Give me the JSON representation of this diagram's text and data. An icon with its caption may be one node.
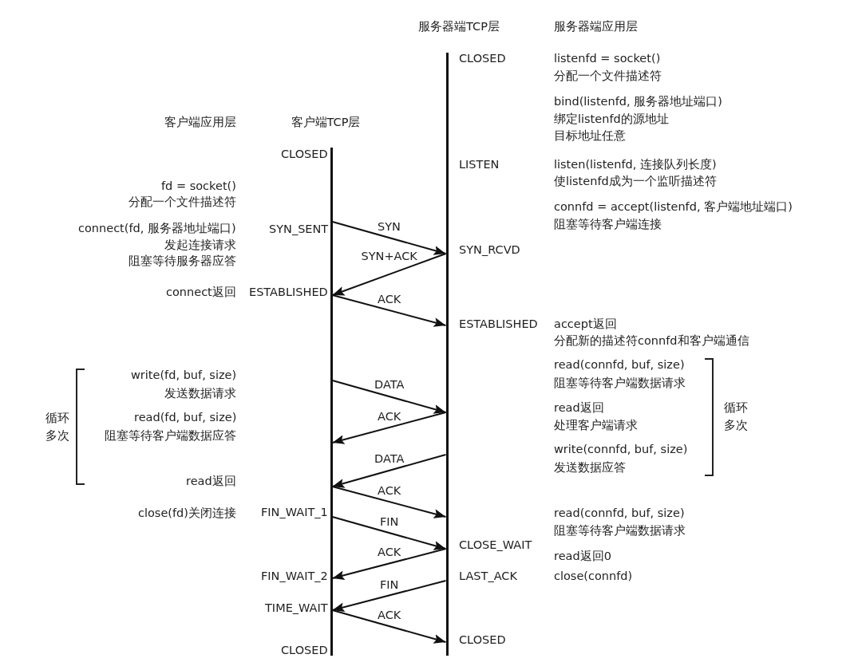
{
  "diagram": {
    "nodes": [
      {
        "text": [],
        "shape": "bar",
        "beside": [
          "CLOSED",
          "SYN_SENT",
          "ESTABLISHED",
          "FIN_WAIT_1",
          "FIN_WAIT_2",
          "TIME_WAIT",
          "CLOSED"
        ]
      },
      {
        "text": [],
        "shape": "bar",
        "beside": [
          "CLOSED",
          "LISTEN",
          "SYN_RCVD",
          "ESTABLISHED",
          "CLOSE_WAIT",
          "LAST_ACK",
          "CLOSED"
        ]
      }
    ],
    "edges": [
      {
        "from": 0,
        "to": 1,
        "arrow": "to",
        "label": "SYN"
      },
      {
        "from": 1,
        "to": 0,
        "arrow": "to",
        "label": "SYN+ACK"
      },
      {
        "from": 0,
        "to": 1,
        "arrow": "to",
        "label": "ACK"
      },
      {
        "from": 0,
        "to": 1,
        "arrow": "to",
        "label": "DATA"
      },
      {
        "from": 1,
        "to": 0,
        "arrow": "to",
        "label": "ACK"
      },
      {
        "from": 1,
        "to": 0,
        "arrow": "to",
        "label": "DATA"
      },
      {
        "from": 0,
        "to": 1,
        "arrow": "to",
        "label": "ACK"
      },
      {
        "from": 0,
        "to": 1,
        "arrow": "to",
        "label": "FIN"
      },
      {
        "from": 1,
        "to": 0,
        "arrow": "to",
        "label": "ACK"
      },
      {
        "from": 1,
        "to": 0,
        "arrow": "to",
        "label": "FIN"
      },
      {
        "from": 0,
        "to": 1,
        "arrow": "to",
        "label": "ACK"
      }
    ],
    "labels": [
      "服务器端TCP层",
      "服务器端应用层",
      "listenfd = socket()",
      "分配一个文件描述符",
      "bind(listenfd, 服务器地址端口)",
      "绑定listenfd的源地址",
      "目标地址任意",
      "客户端应用层",
      "客户端TCP层",
      "listen(listenfd, 连接队列长度)",
      "使listenfd成为一个监听描述符",
      "fd = socket()",
      "分配一个文件描述符",
      "connfd = accept(listenfd, 客户端地址端口)",
      "阻塞等待客户端连接",
      "connect(fd, 服务器地址端口)",
      "发起连接请求",
      "阻塞等待服务器应答",
      "connect返回",
      "accept返回",
      "分配新的描述符connfd和客户端通信",
      "read(connfd, buf, size)",
      "write(fd, buf, size)",
      "阻塞等待客户端数据请求",
      "发送数据请求",
      "read返回",
      "循环多次",
      "read(fd, buf, size)",
      "循环多次",
      "处理客户端请求",
      "阻塞等待客户端数据应答",
      "write(connfd, buf, size)",
      "发送数据应答",
      "read返回",
      "read(connfd, buf, size)",
      "close(fd)关闭连接",
      "阻塞等待客户端数据请求",
      "read返回0",
      "close(connfd)"
    ]
  }
}
